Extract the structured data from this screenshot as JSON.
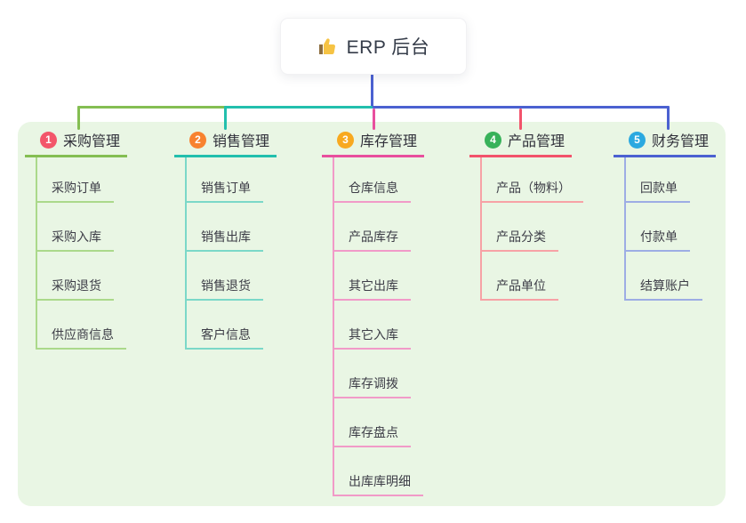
{
  "root": {
    "label": "ERP 后台",
    "icon": "thumbs-up-icon"
  },
  "branches": [
    {
      "number": "1",
      "label": "采购管理",
      "color": "#84BE52",
      "light_color": "#ABD98B",
      "badge_color": "#F3566A",
      "children": [
        "采购订单",
        "采购入库",
        "采购退货",
        "供应商信息"
      ]
    },
    {
      "number": "2",
      "label": "销售管理",
      "color": "#22BFAD",
      "light_color": "#7BD8C8",
      "badge_color": "#F8822F",
      "children": [
        "销售订单",
        "销售出库",
        "销售退货",
        "客户信息"
      ]
    },
    {
      "number": "3",
      "label": "库存管理",
      "color": "#E84F9E",
      "light_color": "#F19AC8",
      "badge_color": "#F8A91F",
      "children": [
        "仓库信息",
        "产品库存",
        "其它出库",
        "其它入库",
        "库存调拨",
        "库存盘点",
        "出库库明细"
      ]
    },
    {
      "number": "4",
      "label": "产品管理",
      "color": "#F2536B",
      "light_color": "#F7A2A6",
      "badge_color": "#38B25A",
      "children": [
        "产品（物料）",
        "产品分类",
        "产品单位"
      ]
    },
    {
      "number": "5",
      "label": "财务管理",
      "color": "#4B61D1",
      "light_color": "#9DADE4",
      "badge_color": "#2BA9E0",
      "children": [
        "回款单",
        "付款单",
        "结算账户"
      ]
    }
  ],
  "connector_colors": {
    "root_drop": "#4B61D1"
  },
  "panel_color": "#E9F6E4",
  "icon_colors": {
    "thumb": "#F6C344",
    "thumb_cuff": "#8D6E3F"
  }
}
